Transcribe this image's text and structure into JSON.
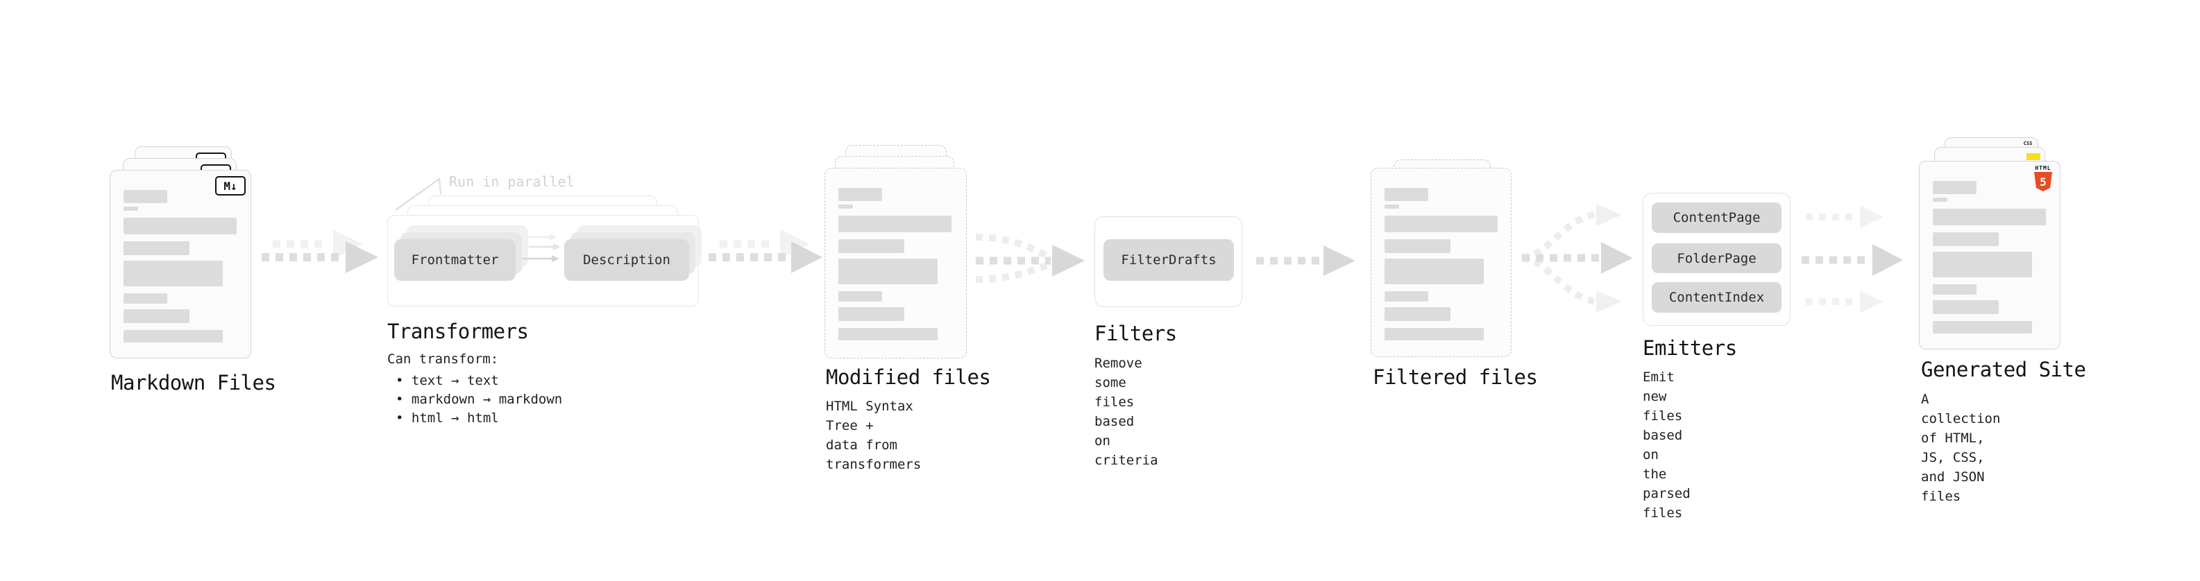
{
  "colors": {
    "background": "#ffffff",
    "placeholder_bar": "#dcdcdc",
    "node_fill": "#d9d9d9",
    "card_border": "#d5d5d5",
    "dashed_border": "#c9c9c9",
    "arrow_dark": "#dedede",
    "arrow_light": "#f1f1f1",
    "annotation_text": "#d2d2d2",
    "title_text": "#141414",
    "html5_orange": "#e44d26",
    "js_yellow": "#f7df1e",
    "css_blue": "#2965f1"
  },
  "stages": {
    "markdown_files": {
      "label": "Markdown Files",
      "badge": "M↓"
    },
    "transformers": {
      "label": "Transformers",
      "annotation": "Run in parallel",
      "node_a": "Frontmatter",
      "node_b": "Description",
      "sub_heading": "Can transform:",
      "bullets": [
        "• text → text",
        "• markdown → markdown",
        "• html → html"
      ]
    },
    "modified_files": {
      "label": "Modified files",
      "description": "HTML Syntax Tree +\ndata from transformers"
    },
    "filters": {
      "label": "Filters",
      "node": "FilterDrafts",
      "description": "Remove some files based\non criteria"
    },
    "filtered_files": {
      "label": "Filtered files"
    },
    "emitters": {
      "label": "Emitters",
      "nodes": [
        "ContentPage",
        "FolderPage",
        "ContentIndex"
      ],
      "description": "Emit new files based on\nthe parsed files"
    },
    "generated_site": {
      "label": "Generated Site",
      "description": "A collection of HTML,\nJS, CSS, and JSON files",
      "css_icon_text": "CSS",
      "html_icon_text": "HTML",
      "html_icon_number": "5"
    }
  }
}
